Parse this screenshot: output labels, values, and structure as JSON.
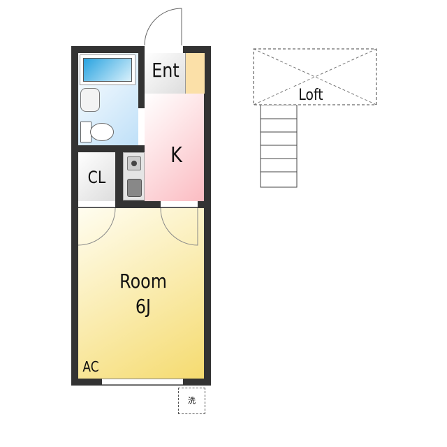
{
  "rooms": {
    "entrance": "Ent",
    "kitchen": "K",
    "closet": "CL",
    "room_name": "Room",
    "room_size": "6J",
    "air_conditioner": "AC",
    "laundry": "洗",
    "loft": "Loft"
  },
  "colors": {
    "wall": "#333333",
    "bath": "#cfe8fa",
    "kitchen": "#fbd3d6",
    "room": "#f7e9a8",
    "entrance": "#e0e0e0",
    "shoe_box": "#fbe0a8"
  }
}
